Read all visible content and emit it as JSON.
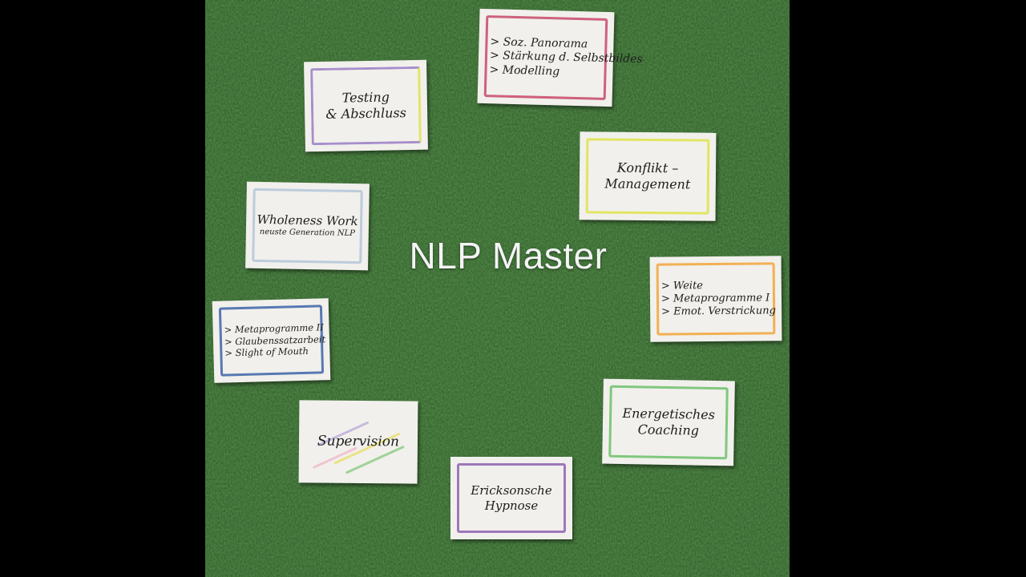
{
  "title": "NLP Master",
  "cards": [
    {
      "name": "card-soz-panorama",
      "lines": [
        "> Soz. Panorama",
        "> Stärkung d. Selbstbildes",
        "> Modelling"
      ],
      "color": "#c8486a"
    },
    {
      "name": "card-testing",
      "lines": [
        "Testing",
        "& Abschluss"
      ],
      "color": "#9a7ec7"
    },
    {
      "name": "card-konflikt",
      "lines": [
        "Konflikt –",
        "Management"
      ],
      "color": "#dfe34a"
    },
    {
      "name": "card-wholeness",
      "lines": [
        "Wholeness Work",
        "neuste Generation NLP"
      ],
      "color": "#9bb4d2"
    },
    {
      "name": "card-weite",
      "lines": [
        "> Weite",
        "> Metaprogramme I",
        "> Emot. Verstrickung"
      ],
      "color": "#f2a53a"
    },
    {
      "name": "card-metaprogramme-2",
      "lines": [
        "> Metaprogramme II",
        "> Glaubenssatzarbeit",
        "> Slight of Mouth"
      ],
      "color": "#3d63a8"
    },
    {
      "name": "card-energetisches",
      "lines": [
        "Energetisches",
        "Coaching"
      ],
      "color": "#6cc16a"
    },
    {
      "name": "card-supervision",
      "lines": [
        "Supervision"
      ],
      "color": "#b7a1d6"
    },
    {
      "name": "card-ericksonsche",
      "lines": [
        "Ericksonsche",
        "Hypnose"
      ],
      "color": "#8e63b2"
    }
  ]
}
